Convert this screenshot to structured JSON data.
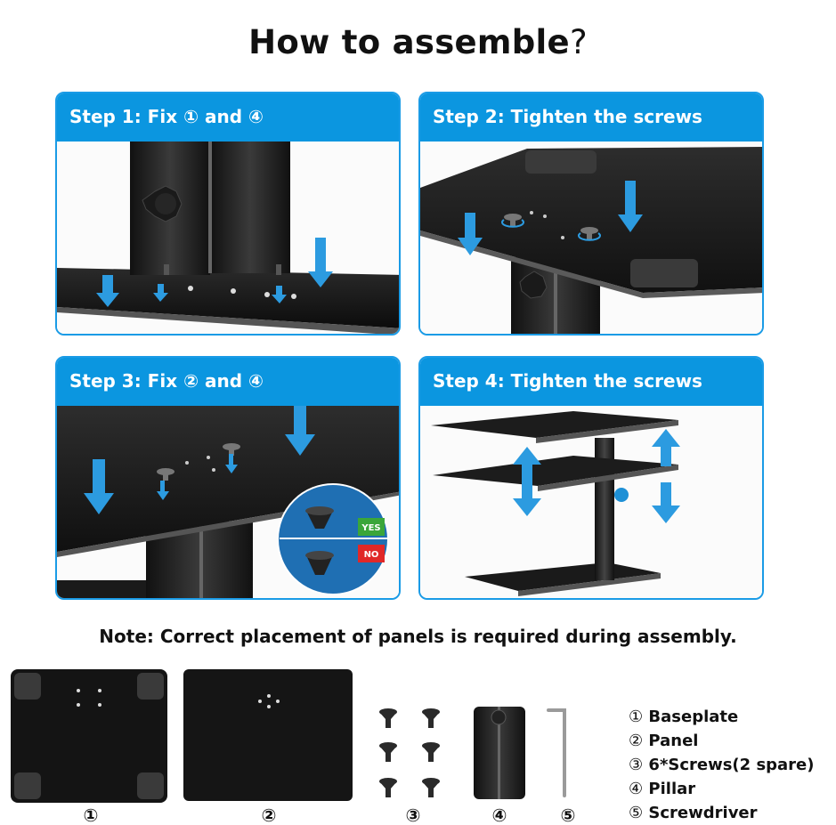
{
  "page": {
    "title_main": "How to assemble",
    "title_suffix": "?",
    "note": "Note: Correct placement of panels is required during assembly."
  },
  "steps": [
    {
      "label": "Step 1: Fix ① and ④"
    },
    {
      "label": "Step 2: Tighten the screws"
    },
    {
      "label": "Step 3: Fix ② and ④"
    },
    {
      "label": "Step 4: Tighten the screws"
    }
  ],
  "badges": {
    "yes": "YES",
    "no": "NO"
  },
  "parts": [
    {
      "number": "①",
      "name": "Baseplate"
    },
    {
      "number": "②",
      "name": "Panel"
    },
    {
      "number": "③",
      "name": "6*Screws(2 spare)"
    },
    {
      "number": "④",
      "name": "Pillar"
    },
    {
      "number": "⑤",
      "name": "Screwdriver"
    }
  ],
  "colors": {
    "accent": "#0b96e0",
    "arrow": "#2c9be0",
    "yes": "#3aa63a",
    "no": "#e02828"
  }
}
